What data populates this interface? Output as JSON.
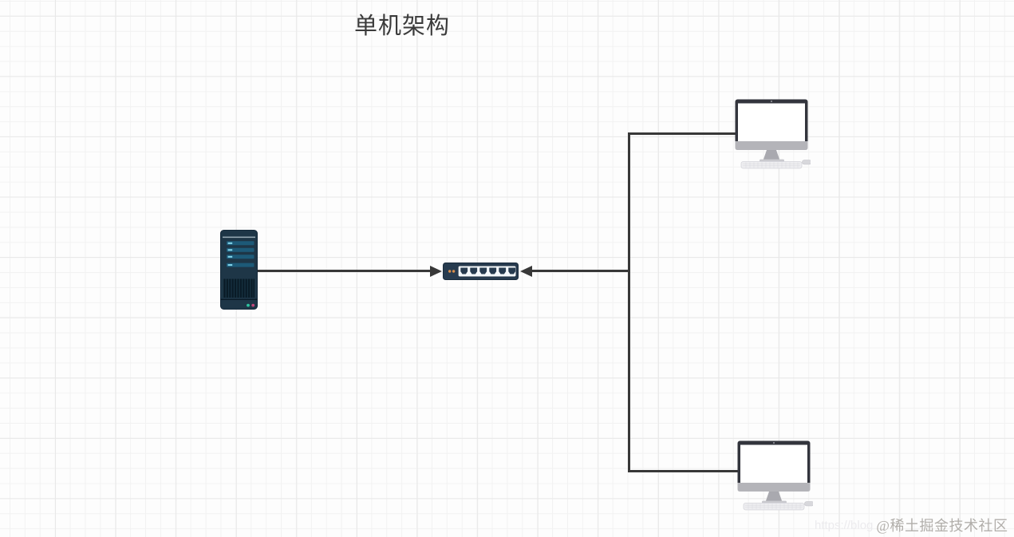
{
  "title": "单机架构",
  "watermark": {
    "url_text": "https://blog",
    "badge_text": "@稀土掘金技术社区"
  },
  "diagram": {
    "nodes": [
      {
        "id": "server",
        "type": "server-tower",
        "role": "single application server"
      },
      {
        "id": "switch",
        "type": "network-switch",
        "role": "network switch with 6 ports and 2 indicator dots"
      },
      {
        "id": "client-top",
        "type": "desktop-computer",
        "role": "client workstation (top)"
      },
      {
        "id": "client-bottom",
        "type": "desktop-computer",
        "role": "client workstation (bottom)"
      }
    ],
    "edges": [
      {
        "from": "server",
        "to": "switch",
        "style": "solid",
        "arrowhead": "points into left side of switch"
      },
      {
        "from": "client-bus",
        "to": "switch",
        "style": "solid",
        "arrowhead": "points into right side of switch"
      },
      {
        "from": "client-top",
        "to": "client-bottom",
        "style": "solid vertical bus, no arrowheads"
      }
    ]
  },
  "colors": {
    "grid_minor": "#f2f2f2",
    "grid_major": "#e8e8e8",
    "line": "#383838",
    "title_text": "#3b3b3b",
    "server_body": "#1e3647",
    "server_edge": "#15293a",
    "server_top_line": "#a9bac4",
    "server_slot": "#1d5a78",
    "server_slot_dash": "#85d9ef",
    "server_vent_bg": "#16303f",
    "server_vent_slat": "#091a26",
    "server_led_green": "#2ec4a0",
    "server_led_pink": "#c2487c",
    "switch_body": "#273b4f",
    "switch_edge": "#1b2c3c",
    "switch_panel": "#f4f8fb",
    "switch_dot": "#d98e4a",
    "monitor_bezel": "#33353d",
    "monitor_screen": "#ffffff",
    "monitor_chin": "#b4b4b9",
    "stand_gray": "#a9a9af",
    "keyboard_fill": "#eeeef1",
    "keyboard_edge": "#d5d5da",
    "keyboard_keys": "#dcdce0",
    "mouse_fill": "#d8d8dc",
    "watermark_url": "#ecebee",
    "watermark_badge": "#b1aeaa"
  }
}
